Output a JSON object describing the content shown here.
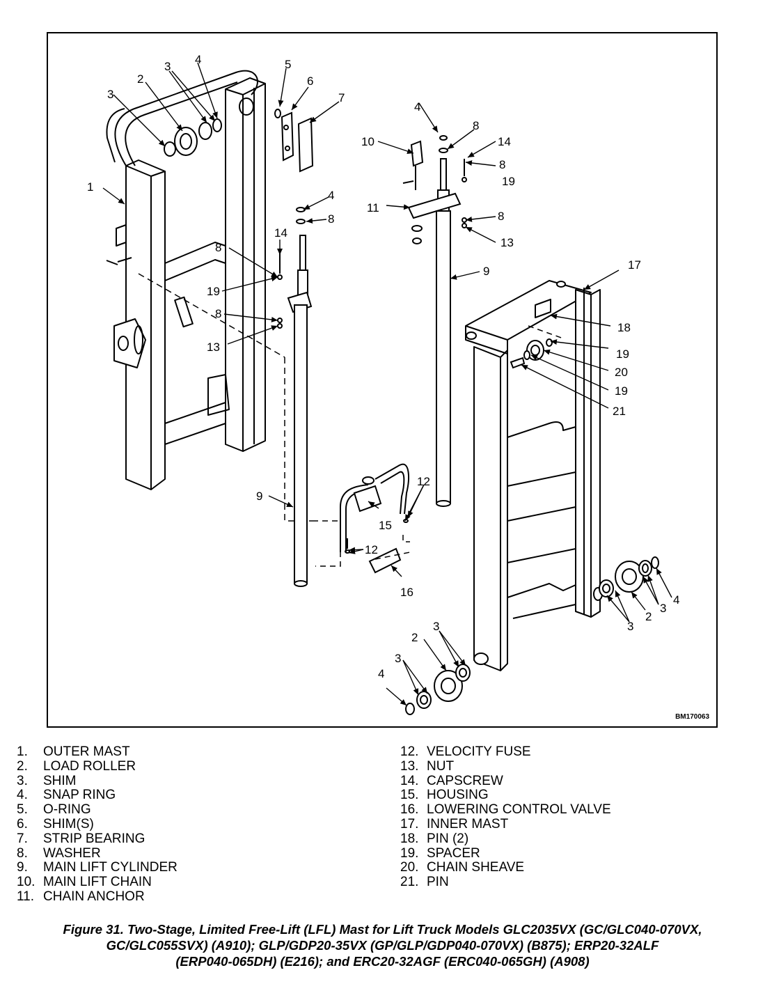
{
  "figure": {
    "drawing_id": "BM170063",
    "callouts": {
      "c1": "1",
      "c2a": "2",
      "c3a": "3",
      "c3b": "3",
      "c4a": "4",
      "c5": "5",
      "c6": "6",
      "c7": "7",
      "c4b": "4",
      "c8a": "8",
      "c14a": "14",
      "c8b": "8",
      "c19a": "19",
      "c8c": "8",
      "c13a": "13",
      "c4c": "4",
      "c8d": "8",
      "c10": "10",
      "c14b": "14",
      "c8e": "8",
      "c19b": "19",
      "c11": "11",
      "c8f": "8",
      "c13b": "13",
      "c9a": "9",
      "c17": "17",
      "c18": "18",
      "c19c": "19",
      "c20": "20",
      "c19d": "19",
      "c21": "21",
      "c9b": "9",
      "c12a": "12",
      "c15": "15",
      "c12b": "12",
      "c16": "16",
      "c4d": "4",
      "c3c": "3",
      "c3d": "3",
      "c2b": "2",
      "c3e": "3",
      "c2c": "2",
      "c3f": "3",
      "c4e": "4"
    }
  },
  "legend": {
    "left": [
      {
        "num": "1.",
        "label": "OUTER MAST"
      },
      {
        "num": "2.",
        "label": "LOAD ROLLER"
      },
      {
        "num": "3.",
        "label": "SHIM"
      },
      {
        "num": "4.",
        "label": "SNAP RING"
      },
      {
        "num": "5.",
        "label": "O-RING"
      },
      {
        "num": "6.",
        "label": "SHIM(S)"
      },
      {
        "num": "7.",
        "label": "STRIP BEARING"
      },
      {
        "num": "8.",
        "label": "WASHER"
      },
      {
        "num": "9.",
        "label": "MAIN LIFT CYLINDER"
      },
      {
        "num": "10.",
        "label": "MAIN LIFT CHAIN"
      },
      {
        "num": "11.",
        "label": "CHAIN ANCHOR"
      }
    ],
    "right": [
      {
        "num": "12.",
        "label": "VELOCITY FUSE"
      },
      {
        "num": "13.",
        "label": "NUT"
      },
      {
        "num": "14.",
        "label": "CAPSCREW"
      },
      {
        "num": "15.",
        "label": "HOUSING"
      },
      {
        "num": "16.",
        "label": "LOWERING CONTROL VALVE"
      },
      {
        "num": "17.",
        "label": "INNER MAST"
      },
      {
        "num": "18.",
        "label": "PIN (2)"
      },
      {
        "num": "19.",
        "label": "SPACER"
      },
      {
        "num": "20.",
        "label": "CHAIN SHEAVE"
      },
      {
        "num": "21.",
        "label": "PIN"
      }
    ]
  },
  "caption": {
    "line1": "Figure 31. Two-Stage, Limited Free-Lift (LFL) Mast for Lift Truck Models GLC2035VX (GC/GLC040-070VX,",
    "line2": "GC/GLC055SVX) (A910); GLP/GDP20-35VX (GP/GLP/GDP040-070VX) (B875); ERP20-32ALF",
    "line3": "(ERP040-065DH) (E216); and ERC20-32AGF (ERC040-065GH) (A908)"
  }
}
